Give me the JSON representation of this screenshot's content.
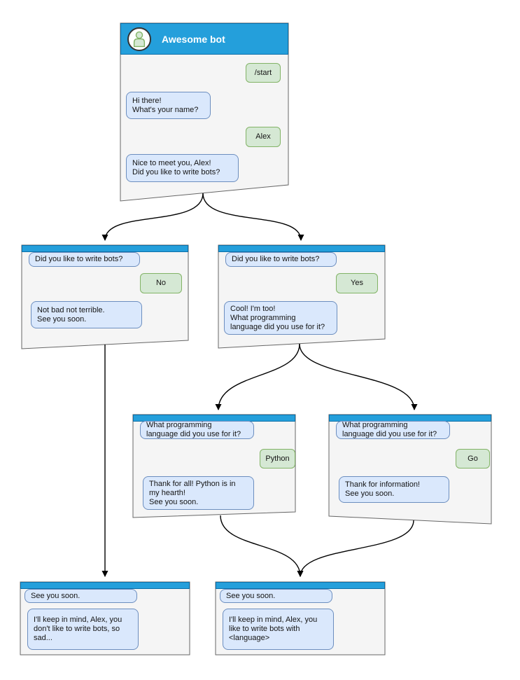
{
  "main_window": {
    "title": "Awesome bot",
    "user_start": "/start",
    "bot_greeting": "Hi there!\nWhat's your name?",
    "user_name": "Alex",
    "bot_question": "Nice to meet you, Alex!\nDid you like to write bots?"
  },
  "no_branch": {
    "bot_question": "Did you like to write bots?",
    "user_answer": "No",
    "bot_reply": "Not bad not terrible.\nSee you soon."
  },
  "yes_branch": {
    "bot_question": "Did you like to write bots?",
    "user_answer": "Yes",
    "bot_reply": "Cool! I'm too!\nWhat programming\nlanguage did you use for it?"
  },
  "python_branch": {
    "bot_question": "What programming\nlanguage did you use for it?",
    "user_answer": "Python",
    "bot_reply": "Thank for all! Python is in\nmy hearth!\nSee you soon."
  },
  "go_branch": {
    "bot_question": "What programming\nlanguage did you use for it?",
    "user_answer": "Go",
    "bot_reply": "Thank for information!\nSee you soon."
  },
  "end_no": {
    "bot_intro": "See you soon.",
    "bot_reply": "I'll keep in mind, Alex, you\ndon't like to write bots, so\nsad..."
  },
  "end_yes": {
    "bot_intro": "See you soon.",
    "bot_reply": "I'll keep in mind, Alex, you\nlike to write bots with\n<language>"
  },
  "colors": {
    "titlebar_blue": "#249fdb",
    "titlebar_border": "#0d6fa8",
    "bot_bubble_fill": "#dae8fc",
    "bot_bubble_border": "#6c8ebf",
    "user_bubble_fill": "#d5e8d4",
    "user_bubble_border": "#82b366",
    "window_fill": "#f5f5f5",
    "window_border": "#666666",
    "connector": "#000000"
  }
}
